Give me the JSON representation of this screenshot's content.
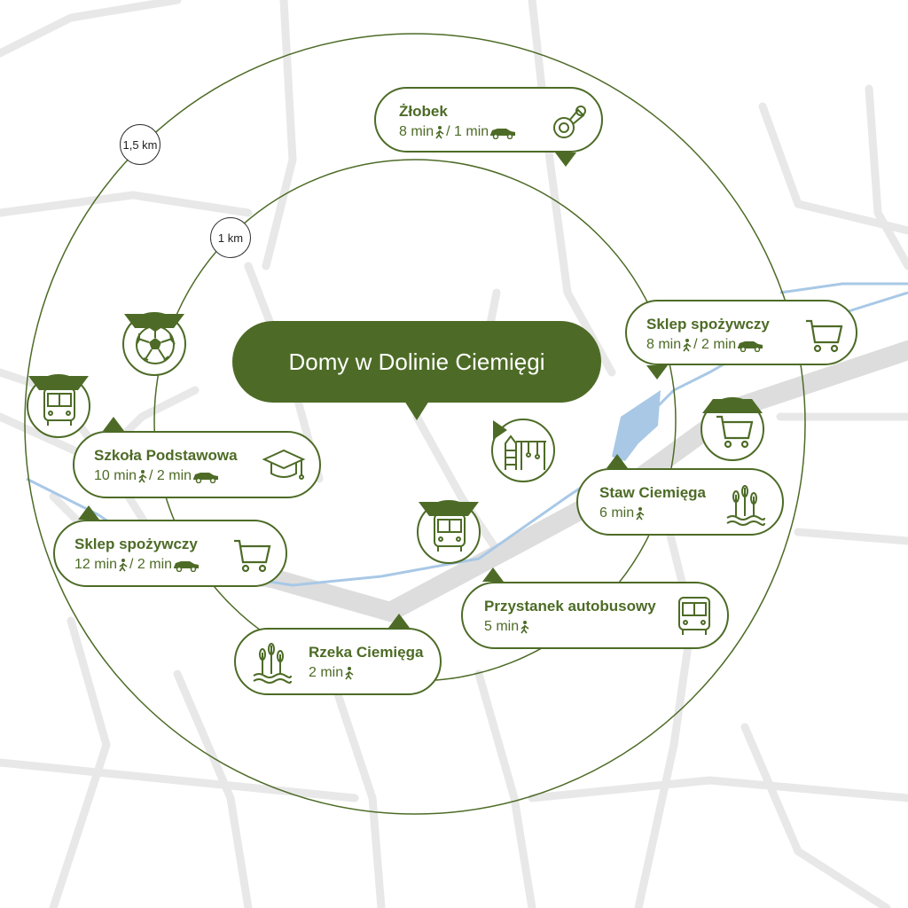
{
  "title": "Domy w Dolinie Ciemięgi",
  "colors": {
    "accent": "#4d6b26",
    "road": "#e6e6e6",
    "water": "#a8c8e6",
    "ring": "#4d6b26"
  },
  "distance_labels": {
    "outer": "1,5 km",
    "inner": "1 km"
  },
  "places": {
    "zlobek": {
      "name": "Żłobek",
      "walk": "8 min",
      "drive": "/ 1 min",
      "icon": "pacifier-icon"
    },
    "sklep_east": {
      "name": "Sklep spożywczy",
      "walk": "8 min",
      "drive": "/ 2 min",
      "icon": "shopping-cart-icon"
    },
    "szkola": {
      "name": "Szkoła Podstawowa",
      "walk": "10 min",
      "drive": "/ 2 min",
      "icon": "graduation-cap-icon"
    },
    "sklep_west": {
      "name": "Sklep spożywczy",
      "walk": "12 min",
      "drive": "/ 2 min",
      "icon": "shopping-cart-icon"
    },
    "staw": {
      "name": "Staw Ciemięga",
      "walk": "6 min",
      "icon": "reeds-icon"
    },
    "przystanek": {
      "name": "Przystanek autobusowy",
      "walk": "5 min",
      "icon": "bus-icon"
    },
    "rzeka": {
      "name": "Rzeka Ciemięga",
      "walk": "2 min",
      "icon": "reeds-icon"
    }
  },
  "pins": {
    "stadium": "football-icon",
    "bus_west": "bus-icon",
    "playground": "playground-icon",
    "bus_center": "bus-icon",
    "cart_east": "shopping-cart-icon"
  }
}
